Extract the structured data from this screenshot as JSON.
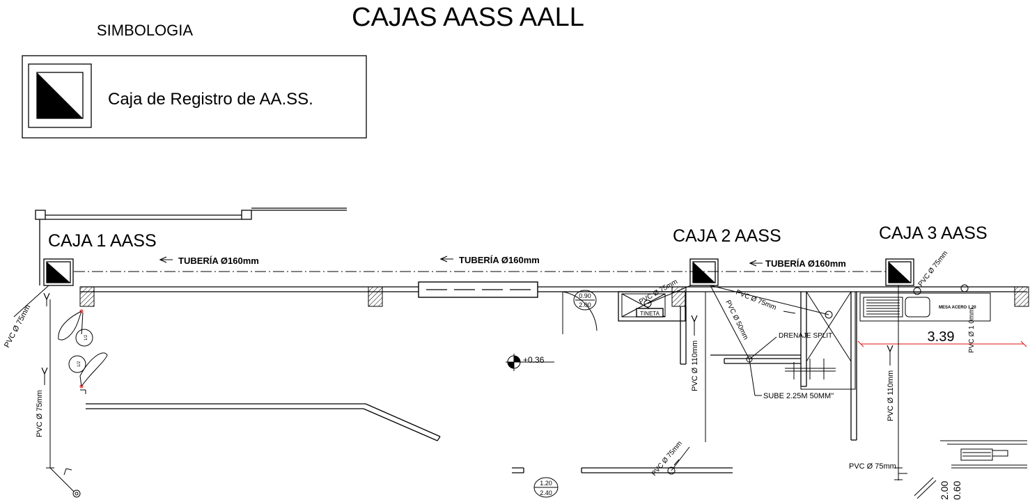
{
  "title": "CAJAS AASS AALL",
  "legend": {
    "heading": "SIMBOLOGIA",
    "item_label": "Caja de Registro de AA.SS.",
    "item_icon": "registry-box-icon"
  },
  "boxes": [
    {
      "id": 1,
      "label": "CAJA 1 AASS"
    },
    {
      "id": 2,
      "label": "CAJA 2 AASS"
    },
    {
      "id": 3,
      "label": "CAJA 3 AASS"
    }
  ],
  "pipes": {
    "main_1": "TUBERÍA  Ø160mm",
    "main_2": "TUBERÍA  Ø160mm",
    "main_3": "TUBERÍA  Ø160mm",
    "pvc75_a": "PVC Ø 75mm",
    "pvc75_b": "PVC Ø 75mm",
    "pvc75_c": "PVC Ø 75mm",
    "pvc75_d": "PVC Ø 75mm",
    "pvc75_e": "PVC Ø 75mm",
    "pvc75_f": "PVC Ø 75mm",
    "pvc75_g": "PVC Ø 75mm",
    "pvc50": "PVC Ø 50mm",
    "pvc110_a": "PVC Ø 110mm",
    "pvc110_b": "PVC Ø 110mm",
    "pvc100": "PVC Ø 1  0mm"
  },
  "annotations": {
    "tineta": "TINETA",
    "drenaje": "DRENAJE SPLIT",
    "sube": "SUBE 2.25M 50MM\"",
    "mesa": "MESA ACERO 1.20",
    "dim_339": "3.39",
    "level": "+0.36"
  },
  "door_tags": [
    {
      "top": "0.90",
      "bottom": "2.00"
    },
    {
      "top": "1.20",
      "bottom": "2.40"
    }
  ],
  "bottom_dims": {
    "a": "2.00",
    "b": "0.60"
  },
  "colors": {
    "ink": "#000000",
    "dimension": "#e01010",
    "background": "#ffffff"
  }
}
